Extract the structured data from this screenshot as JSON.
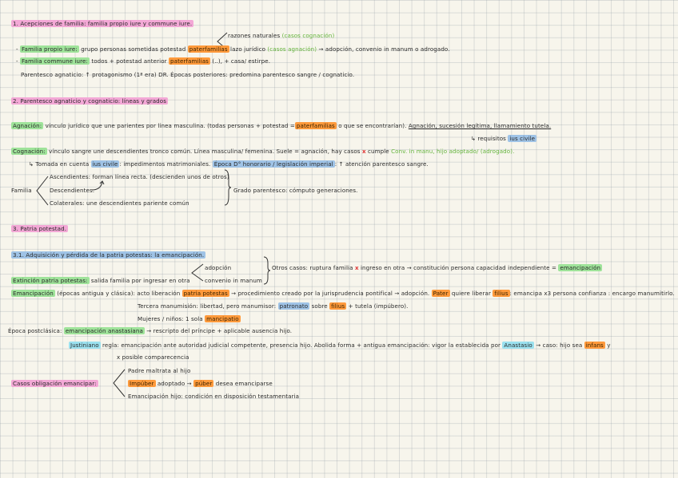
{
  "section1": {
    "title": "1. Acepciones de familia: familia propio iure y commune iure.",
    "branch_top_a": "razones naturales",
    "branch_top_b": "(casos cognación)",
    "fpi_term": "Familia propio iure:",
    "fpi_text": "grupo personas sometidas potestad",
    "fpi_pater": "paterfamilias",
    "fpi_link": "lazo jurídico",
    "fpi_link_note": "(casos agnación)",
    "fpi_rest": "→ adopción, convenio in manum o adrogado.",
    "fci_term": "Familia commune iure:",
    "fci_text": "todos + potestad anterior",
    "fci_pater": "paterfamilias",
    "fci_rest": "(..), + casa/ estirpe.",
    "parentesco": "Parentesco agnaticio: ↑ protagonismo (1ª era) DR. Épocas posteriores: predomina parentesco sangre / cognaticio."
  },
  "section2": {
    "title": "2. Parentesco agnaticio y cognaticio: líneas y grados",
    "agnacion_term": "Agnación:",
    "agnacion_text": "vínculo jurídico que une parientes por línea masculina. (todas personas + potestad =",
    "agnacion_pater": "paterfamilias",
    "agnacion_after": "o que se encontrarían).",
    "agnacion_tail": "Agnación, sucesión legítima, llamamiento tutela.",
    "requisitos_label": "↳ requisitos",
    "ius_civile_1": "ius civile",
    "cognacion_term": "Cognación:",
    "cognacion_text": "vínculo sangre une descendientes tronco común. Línea masculina/ femenina. Suele = agnación, hay casos",
    "x_mark": "x",
    "cognacion_cumple": "cumple",
    "cognacion_green": "Conv. in manu, hijo adoptado/ (adrogado).",
    "tomada_pre": "↳ Tomada en cuenta",
    "ius_civile_2": "ius civile",
    "tomada_mid": ": impedimentos matrimoniales.",
    "epoca_hl": "Época D° honorario / legislación imperial",
    "tomada_end": ": ↑ atención parentesco sangre.",
    "familia_label": "Familia",
    "ascendientes": "Ascendientes: forman línea recta. (descienden unos de otros)",
    "descendientes": "Descendientes:",
    "colaterales": "Colaterales: une descendientes pariente común",
    "grado": "Grado parentesco: cómputo generaciones."
  },
  "section3": {
    "title": "3. Patria potestad."
  },
  "section31": {
    "title": "3.1. Adquisición y pérdida de la patria potestas: la emancipación.",
    "adopcion": "adopción",
    "convenio": "convenio in manum",
    "otros_casos": "Otros casos: ruptura familia",
    "otros_x": "x",
    "otros_mid": "ingreso en otra → constitución persona capacidad independiente =",
    "emancipacion_hl": "emancipación",
    "extincion_term": "Extinción patria potestas:",
    "extincion_text": "salida familia por ingresar en otra",
    "emanc_term": "Emancipación",
    "emanc_note": "(épocas antigua y clásica):",
    "emanc_acto": "acto liberación",
    "patria_potestas_hl": "patria potestas",
    "emanc_ficticio": "→ procedimiento creado por la jurisprudencia pontifical → adopción.",
    "pater_hl": "Pater",
    "quiere_liberar": "quiere liberar",
    "filius_hl": "filius",
    "emancipa_text": ": emancipa x3 persona confianza : encargo manumitirlo.",
    "tercera_line": "Tercera manumisión: libertad, pero manumisor:",
    "patronato_hl": "patronato",
    "tercera_end": "sobre",
    "filius_hl_2": "filius",
    "tercera_end2": "+ tutela (impúbero).",
    "mujeres_line": "Mujeres / niños: 1 sola",
    "mancipatio_hl": "mancipatio",
    "postclasica_label": "Época postclásica:",
    "anastasiana_hl": "emancipación anastasiana",
    "postclasica_rest": "→ rescripto del príncipe + aplicable ausencia hijo.",
    "justiniano_hl": "Justiniano",
    "justiniano_rest": "regla: emancipación ante autoridad judicial competente, presencia hijo. Abolida forma + antigua emancipación: vigor la establecida por",
    "anastasio_hl": "Anastasio",
    "justiniano_end": "→ caso: hijo sea",
    "infans_hl": "infans",
    "y_word": "y",
    "posible_line": "x posible comparecencia",
    "casos_label": "Casos obligación emancipar:",
    "caso_1": "Padre maltrata al hijo",
    "impuber_hl": "Impúber",
    "caso_2_mid": "adoptado →",
    "puber_hl": "púber",
    "caso_2_end": "desea emanciparse",
    "caso_3": "Emancipación hijo: condición en disposición testamentaria"
  }
}
